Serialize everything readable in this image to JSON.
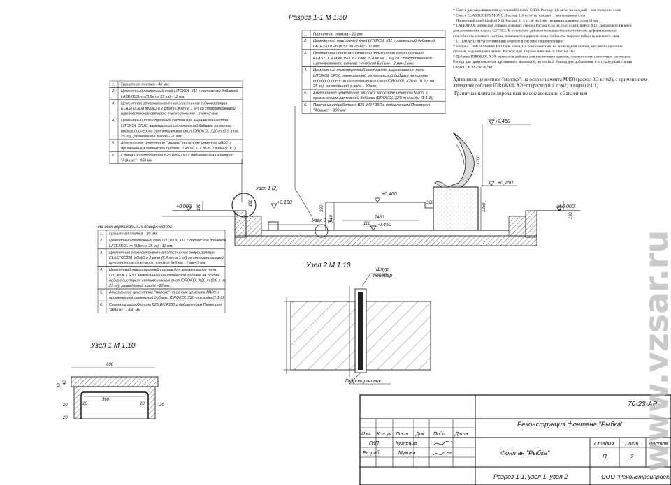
{
  "section": {
    "title": "Разрез 1-1 М 1:50",
    "node1_label": "Узел 1 (2)",
    "node2_label": "Узел 2 (2)",
    "levels": [
      "+2,450",
      "+0,750",
      "+0,460",
      "+0,190",
      "+0,000",
      "+0,000",
      "-0,450"
    ],
    "dims": [
      "1700",
      "190",
      "190",
      "360",
      "380",
      "910",
      "1250",
      "7460",
      "100",
      "190",
      "190"
    ]
  },
  "notes": [
    "* Смесь для выравнивания оснований Litokol CR30. Расход: 1,6 кг/м² на каждый 1 мм толщины слоя",
    "* Смесь ELASTOCEM MONO. Расход: 1,6 кг/м² на каждый 1 мм толщины слоя",
    "* Плиточный клей LitoKol X11 Расход: 1, 3 кг/м² на 1 мм, толщина клеевого слоя 11 мм.",
    "* LATEXKOL латексная добавка клеевых смесей Расход 8,5л на 25кг клея LitoKol X11. Добавляется в клей",
    "для достижения класса C2TES2. В результате добавки повышается эластичность деформационная",
    "способность клеевого состава, повышается адгезия, водостойкость, морозостойкость клеевого слоя",
    "* LITOBAND RP уплотняющий элемент в системе гидроизоляции",
    "* затирка LitoKol Starlike EVO для швов 2-х компонентная, на эпоксидной основе, кислотно-щелочно",
    "стойкая, водонепроницаемая. Расход: при ширине шва 4мм 0,33кг на 1м2",
    "* Добавка IDROKOL X20: латексная добавка для увеличения адгезии, эластичности цементных растворов.",
    "Расход для приготовления адгезивного молочка 0,1кг на 1м2. Расход для добавления в штукатурный состав",
    "Litokol CR30 25кг-0,9кг"
  ],
  "note_cement": [
    "Адгезивное цементное \"молоко\": на основе цемента М400 (расход 0,3 кг/м2), с применением",
    "латексной добавки IDROKOL X20-m (расход 0,1 кг/м2) и воды (1:1:1)"
  ],
  "note_granite": "Гранитная плита полированная по согласованию с Заказчиком",
  "legend_top": [
    {
      "n": "1.",
      "text": [
        "Гранитная плитка - 20 мм;"
      ]
    },
    {
      "n": "2.",
      "text": [
        "Цементный плиточный клей LITOKOL X11 с латексной добавкой",
        "LATEXKOL-m (8,5л на 25 кг) - 11 мм;"
      ]
    },
    {
      "n": "3.",
      "text": [
        "Цементная однокомпонентная эластичная гидроизоляция",
        "ELASTOCEM MONO в 2 слоя (6,4 кг на 1 м²) со стеклотканевой",
        "щелочестойкой сеткой с ячейкой 5х5 мм - 2 мм+2 мм;"
      ]
    },
    {
      "n": "4.",
      "text": [
        "Цементный тиксотропный состав для выравнивания пола",
        "LITOKOL CR30, замешанный на латексной добавке на основе",
        "водной дисперсии синтетических смол IDROKOL X20-m (0,9 л на",
        "25 кг), разведённой в воде - 20 мм;"
      ]
    },
    {
      "n": "5.",
      "text": [
        "Адгезионное цементное \"молоко\" на основе цемента М400, с",
        "применением латексной добавки IDROKOL X20-m и воды (1:1:1);"
      ]
    },
    {
      "n": "6.",
      "text": [
        "Плита из гидробетона В25 W8 F150 с добавлением Пенетрон",
        "\"Адмикс\" - 300 мм"
      ]
    }
  ],
  "legend_left": [
    {
      "n": "1.",
      "text": [
        "Гранитная плитка - 40 мм;"
      ]
    },
    {
      "n": "2.",
      "text": [
        "Цементный плиточный клей LITOKOL X11 с латексной добавкой",
        "LATEXKOL-m (8,5л на 25 кг) - 11 мм;"
      ]
    },
    {
      "n": "3.",
      "text": [
        "Цементная однокомпонентная эластичная гидроизоляция",
        "ELASTOCEM MONO в 2 слоя (6,4 кг на 1 м²) со стеклотканевой",
        "щелочестойкой сеткой с ячейкой 5х5 мм - 2 мм+2 мм;"
      ]
    },
    {
      "n": "4.",
      "text": [
        "Цементный тиксотропный состав для выравнивания пола",
        "LITOKOL CR30, замешанный на латексной добавке на основе",
        "водной дисперсии синтетических смол IDROKOL X20-m (0,9 л на",
        "25 кг), разведённой в воде - 20 мм;"
      ]
    },
    {
      "n": "5.",
      "text": [
        "Адгезионное цементное \"молоко\" на основе цемента М400, с",
        "применением латексной добавки IDROKOL X20-m и воды (1:1:1);"
      ]
    },
    {
      "n": "6.",
      "text": [
        "Стена из гидробетона В25 W8 F150 с добавлением Пенетрон",
        "\"Адмикс\" - 450 мм"
      ]
    }
  ],
  "legend_vertical_header": "На всех вертикальных поверхностях",
  "legend_vertical": [
    {
      "n": "1.",
      "text": [
        "Гранитная плитка - 20 мм;"
      ]
    },
    {
      "n": "2.",
      "text": [
        "Цементный плиточный клей LITOKOL X11 с латексной добавкой",
        "LATEXKOL-m (8,5л на 25 кг) - 11 мм;"
      ]
    },
    {
      "n": "3.",
      "text": [
        "Цементная однокомпонентная эластичная гидроизоляция",
        "ELASTOCEM MONO в 2 слоя (6,4 кг на 1 м²) со стеклотканевой",
        "щелочестойкой сеткой с ячейкой 5х5 мм - 2 мм+2 мм;"
      ]
    },
    {
      "n": "4.",
      "text": [
        "Цементный тиксотропный состав для выравнивания пола",
        "LITOKOL CR30, замешанный на латексной добавке на основе",
        "водной дисперсии синтетических смол IDROKOL X20-m (0,9 л на",
        "25 кг), разведённой в воде - 20 мм;"
      ]
    },
    {
      "n": "5.",
      "text": [
        "Адгезионное цементное \"молоко\" на основе цемента М400, с",
        "применением латексной добавки IDROKOL X20-m и воды (1:1:1);"
      ]
    },
    {
      "n": "6.",
      "text": [
        "Стена из гидробетона В25 W8 F150 с добавлением Пенетрон",
        "\"Адмикс\" - 450 мм"
      ]
    }
  ],
  "node1": {
    "title": "Узел 1 М 1:10",
    "dims": [
      "600",
      "560",
      "40",
      "40",
      "20",
      "20",
      "20",
      "20",
      "20"
    ]
  },
  "node2": {
    "title": "Узел 2 М 1:10",
    "cord_label": [
      "Шнур",
      "пенебар"
    ],
    "waterstop_label": "Гидроворотник"
  },
  "stamp": {
    "code": "70-23-АР",
    "project": "Реконструкция фонтана \"Рыбка\"",
    "object": "Фонтан \"Рыбка\"",
    "sheet_title": "Разрез 1-1, узел 1, узел 2",
    "org": "ООО \"Реконстройпроект\"",
    "headers": [
      "Изм.",
      "Кол.уч",
      "Лист",
      "Док.",
      "Подп.",
      "Дата"
    ],
    "roles": [
      "ГИП",
      "Разраб."
    ],
    "names": [
      "Кузнецов",
      "Мухина"
    ],
    "stage_h": "Стадия",
    "sheet_h": "Лист",
    "sheets_h": "Листов",
    "stage": "П",
    "sheet": "2"
  },
  "watermark": "www.vzsar.ru"
}
